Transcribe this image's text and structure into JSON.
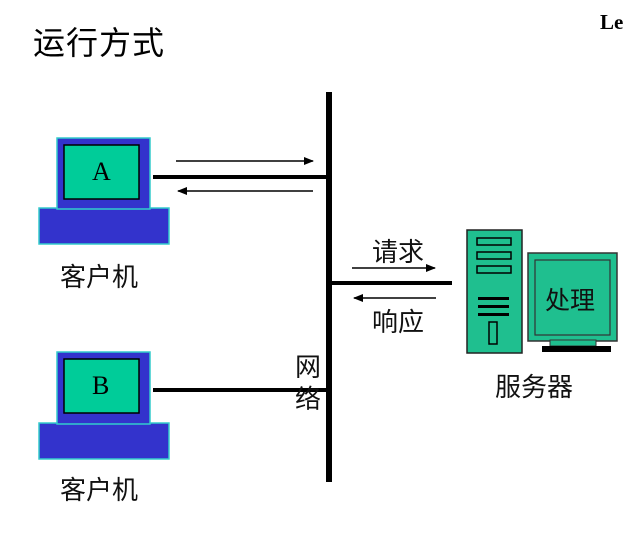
{
  "slide": {
    "title": "运行方式",
    "corner_text": "Le"
  },
  "network": {
    "label": "网络",
    "chars": [
      "网",
      "络"
    ]
  },
  "clients": [
    {
      "screen_label": "A",
      "caption": "客户机"
    },
    {
      "screen_label": "B",
      "caption": "客户机"
    }
  ],
  "server": {
    "caption": "服务器",
    "monitor_text": "处理",
    "request_label": "请求",
    "response_label": "响应"
  },
  "colors": {
    "client_body": "#3333cc",
    "client_outline": "#33cccc",
    "screen_fill": "#00cc99",
    "server_fill": "#1fbf8f",
    "line": "#000000"
  }
}
